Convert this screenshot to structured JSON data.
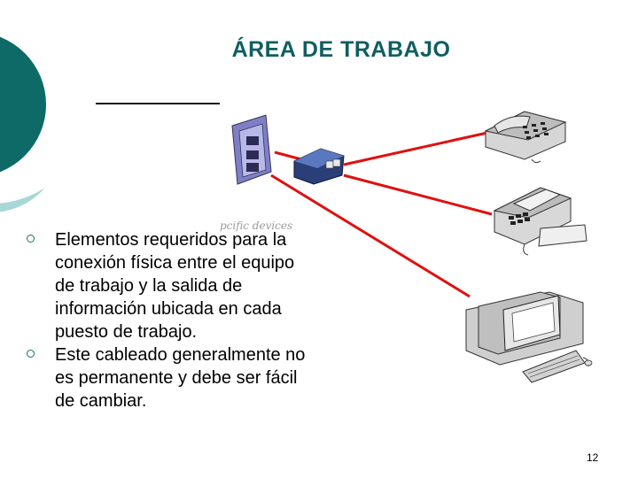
{
  "slide": {
    "title": "ÁREA DE TRABAJO",
    "bullets": [
      "Elementos requeridos para la conexión física entre el equipo de trabajo y la salida de información ubicada en cada puesto de trabajo.",
      "Este cableado generalmente no es permanente y debe ser fácil de cambiar."
    ],
    "overlay_text": "pcific devices",
    "page_number": "12"
  },
  "colors": {
    "title": "#0f5f60",
    "deco_dark": "#0d6a67",
    "deco_light": "#a8d7d8",
    "cable": "#e01010"
  },
  "icons": [
    "wall-outlet-icon",
    "adapter-icon",
    "telephone-icon",
    "fax-machine-icon",
    "computer-icon"
  ]
}
